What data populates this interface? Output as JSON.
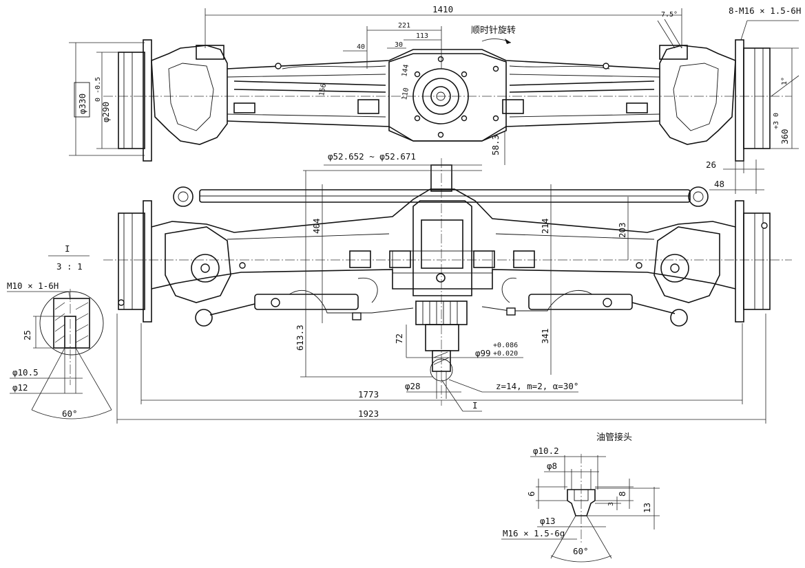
{
  "title": {
    "rotation_note": "顺时针旋转",
    "fitting_title": "油管接头",
    "detail_label": "I",
    "detail_scale": "3 : 1"
  },
  "top_view": {
    "overall": "1410",
    "d221": "221",
    "d113": "113",
    "d40": "40",
    "d30": "30",
    "d156": "156",
    "d144": "144",
    "d110": "110",
    "angle": "7.5°",
    "bolt": "8-M16 × 1.5-6H",
    "dia330": "φ330",
    "dia290": "φ290",
    "tol290": "0 -0.5",
    "d583": "58.3",
    "one_deg": "1°",
    "dim360": "360",
    "tol360": "+3 0",
    "d26": "26",
    "d48": "48"
  },
  "front_view": {
    "shaft_dia": "φ52.652 ~ φ52.671",
    "d404": "404",
    "d214": "214",
    "d203": "203",
    "d6133": "613.3",
    "d72": "72",
    "d341": "341",
    "dia99": "φ99",
    "tol99_up": "+0.086",
    "tol99_lo": "+0.020",
    "dia28": "φ28",
    "gear": "z=14, m=2, α=30°",
    "d1773": "1773",
    "d1923": "1923",
    "ref_I": "I"
  },
  "detail_I": {
    "thread": "M10 × 1-6H",
    "d25": "25",
    "dia105": "φ10.5",
    "dia12": "φ12",
    "angle": "60°"
  },
  "fitting": {
    "dia102": "φ10.2",
    "dia8": "φ8",
    "d6": "6",
    "d8": "8",
    "d3": "3",
    "d13": "13",
    "dia13": "φ13",
    "thread": "M16 × 1.5-6g",
    "angle": "60°"
  }
}
